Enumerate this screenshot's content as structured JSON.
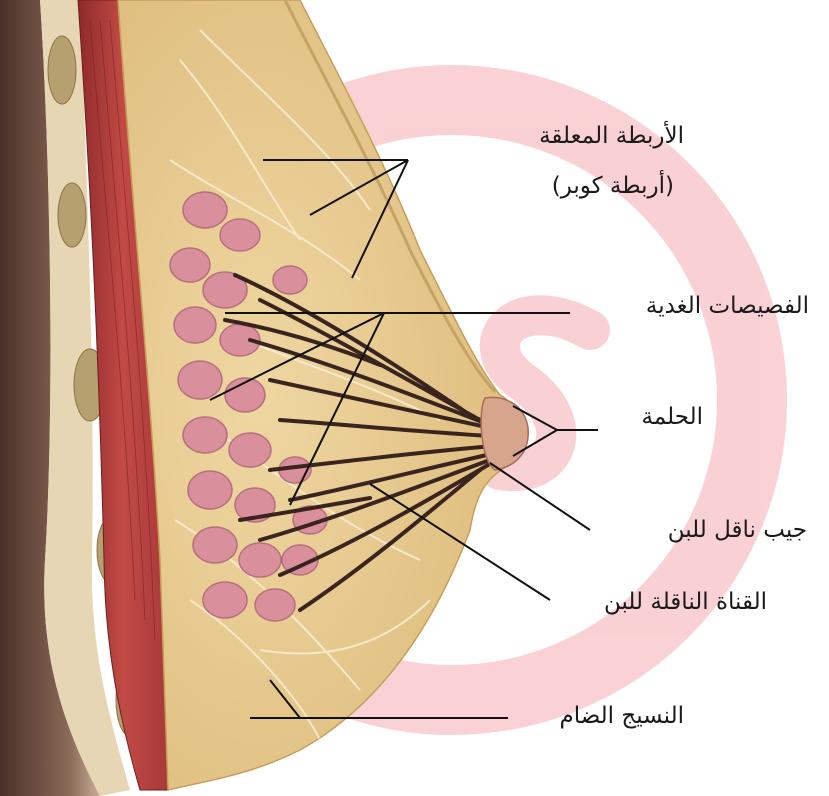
{
  "diagram": {
    "labels": {
      "suspensory_ligaments": "الأربطة المعلقة",
      "cooper_ligaments": "(أربطة كوبر)",
      "lobules": "الفصيصات الغدية",
      "nipple": "الحلمة",
      "milk_sinus": "جيب ناقل للبن",
      "milk_duct": "القناة الناقلة للبن",
      "adipose_tissue": "النسيج الضام"
    }
  },
  "colors": {
    "muscle": "#b8403f",
    "fat": "#e6c98e",
    "lobule": "#d98f9c",
    "duct": "#3a2420",
    "watermark": "#e8343f",
    "line": "#111111"
  },
  "watermark_icon": "circle-s-logo-watermark"
}
